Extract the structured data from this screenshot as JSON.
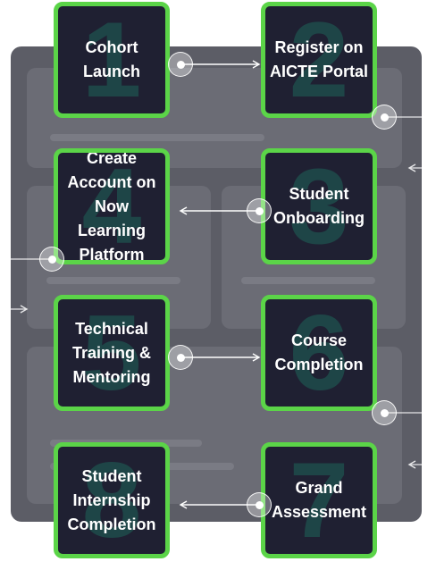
{
  "steps": [
    {
      "number": "1",
      "label": "Cohort Launch"
    },
    {
      "number": "2",
      "label": "Register on AICTE Portal"
    },
    {
      "number": "3",
      "label": "Student Onboarding"
    },
    {
      "number": "4",
      "label": "Create Account on Now Learning Platform"
    },
    {
      "number": "5",
      "label": "Technical Training & Mentoring"
    },
    {
      "number": "6",
      "label": "Course Completion"
    },
    {
      "number": "7",
      "label": "Grand Assessment"
    },
    {
      "number": "8",
      "label": "Student Internship Completion"
    }
  ],
  "colors": {
    "card_background": "#1f2032",
    "card_border": "#5bd448",
    "panel": "#5c5d66",
    "number_watermark": "#1e4a4a"
  }
}
